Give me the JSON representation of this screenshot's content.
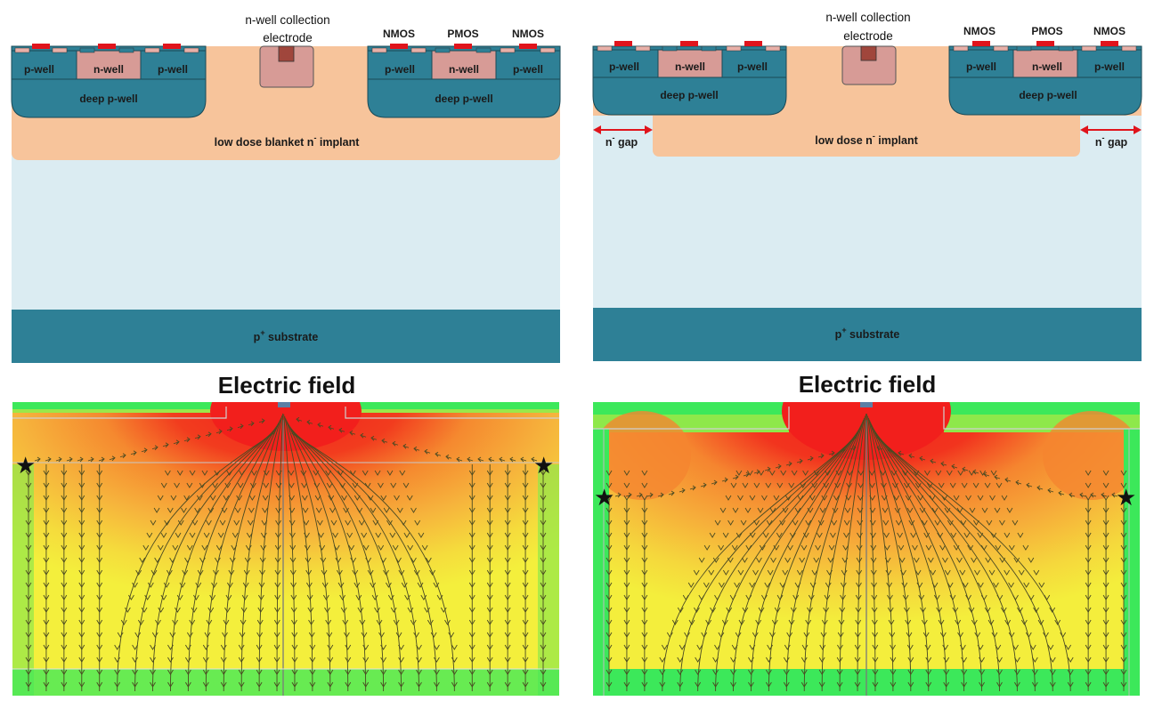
{
  "left_panel": {
    "electrode_label_line1": "n-well collection",
    "electrode_label_line2": "electrode",
    "transistors": [
      "NMOS",
      "PMOS",
      "NMOS"
    ],
    "wells_left": [
      "p-well",
      "n-well",
      "p-well"
    ],
    "wells_right": [
      "p-well",
      "n-well",
      "p-well"
    ],
    "deep_well_left": "deep p-well",
    "deep_well_right": "deep p-well",
    "implant_label": "low dose blanket n",
    "implant_sup": "-",
    "implant_suffix": " implant",
    "substrate_label": "p",
    "substrate_sup": "+",
    "substrate_suffix": " substrate",
    "field_title": "Electric field"
  },
  "right_panel": {
    "electrode_label_line1": "n-well collection",
    "electrode_label_line2": "electrode",
    "transistors": [
      "NMOS",
      "PMOS",
      "NMOS"
    ],
    "wells_left": [
      "p-well",
      "n-well",
      "p-well"
    ],
    "wells_right": [
      "p-well",
      "n-well",
      "p-well"
    ],
    "deep_well_left": "deep p-well",
    "deep_well_right": "deep p-well",
    "implant_label": "low dose n",
    "implant_sup": "-",
    "implant_suffix": " implant",
    "gap_left": "n",
    "gap_right": "n",
    "gap_sup": "-",
    "gap_suffix": " gap",
    "substrate_label": "p",
    "substrate_sup": "+",
    "substrate_suffix": " substrate",
    "field_title": "Electric field"
  },
  "colors": {
    "epi": "#dbecf2",
    "implant": "#f7c49b",
    "well_teal": "#2e8096",
    "nwell": "#d79b96",
    "gate_red": "#e0141c",
    "field_red": "#f2231c",
    "field_orange": "#f59a3c",
    "field_yellow": "#f5f03c",
    "field_green": "#3ce85a"
  }
}
